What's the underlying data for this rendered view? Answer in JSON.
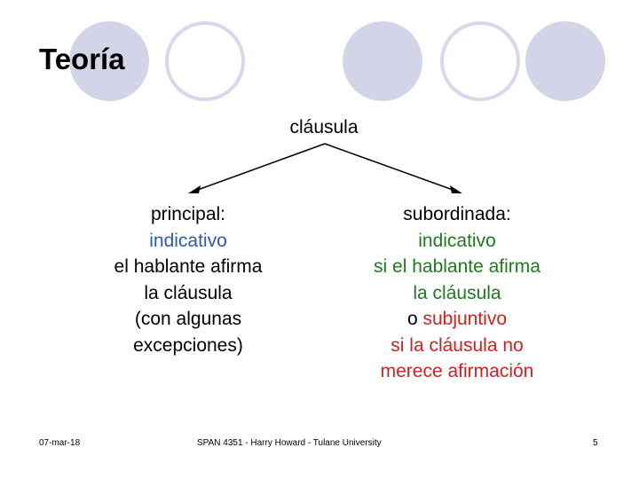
{
  "slide": {
    "title": "Teoría",
    "root": "cláusula",
    "left_branch": {
      "line1": "principal:",
      "line2": "indicativo",
      "line3": "el hablante afirma",
      "line4": "la cláusula",
      "line5": "(con algunas",
      "line6": "excepciones)"
    },
    "right_branch": {
      "line1": "subordinada:",
      "line2": "indicativo",
      "line3": "si el hablante afirma",
      "line4": "la cláusula",
      "line5_prefix": "o ",
      "line5_word": "subjuntivo",
      "line6": "si la cláusula no",
      "line7": "merece afirmación"
    }
  },
  "footer": {
    "date": "07-mar-18",
    "center": "SPAN 4351 - Harry Howard - Tulane University",
    "page": "5"
  },
  "colors": {
    "blue_text": "#2e58b8",
    "green_text": "#1f7a1f",
    "red_text": "#d42020",
    "decor_circle": "#d4d4e8"
  }
}
